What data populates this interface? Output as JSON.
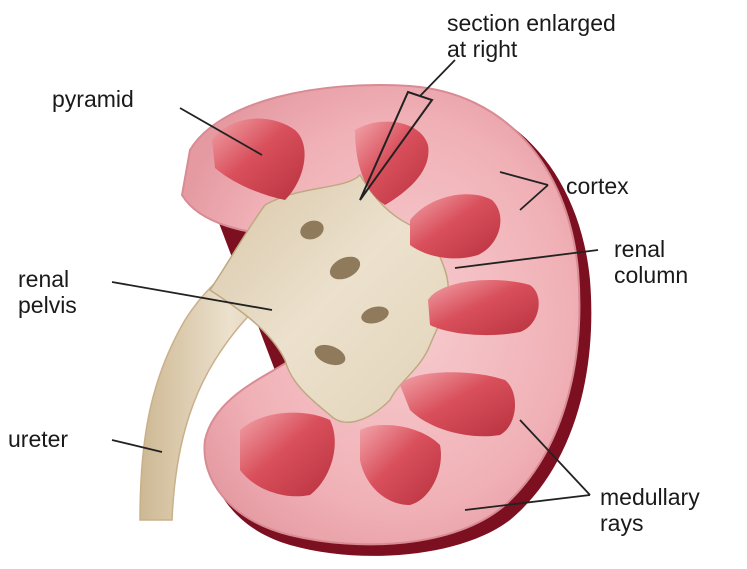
{
  "labels": {
    "section_line1": "section enlarged",
    "section_line2": "at right",
    "pyramid": "pyramid",
    "cortex": "cortex",
    "renal_column_line1": "renal",
    "renal_column_line2": "column",
    "renal_pelvis_line1": "renal",
    "renal_pelvis_line2": "pelvis",
    "ureter": "ureter",
    "medullary_line1": "medullary",
    "medullary_line2": "rays"
  },
  "colors": {
    "cortex": "#f0b1b6",
    "capsule_shadow": "#7d1020",
    "pyramid": "#d9505c",
    "pelvis": "#e9dcc6",
    "leader": "#222222"
  }
}
